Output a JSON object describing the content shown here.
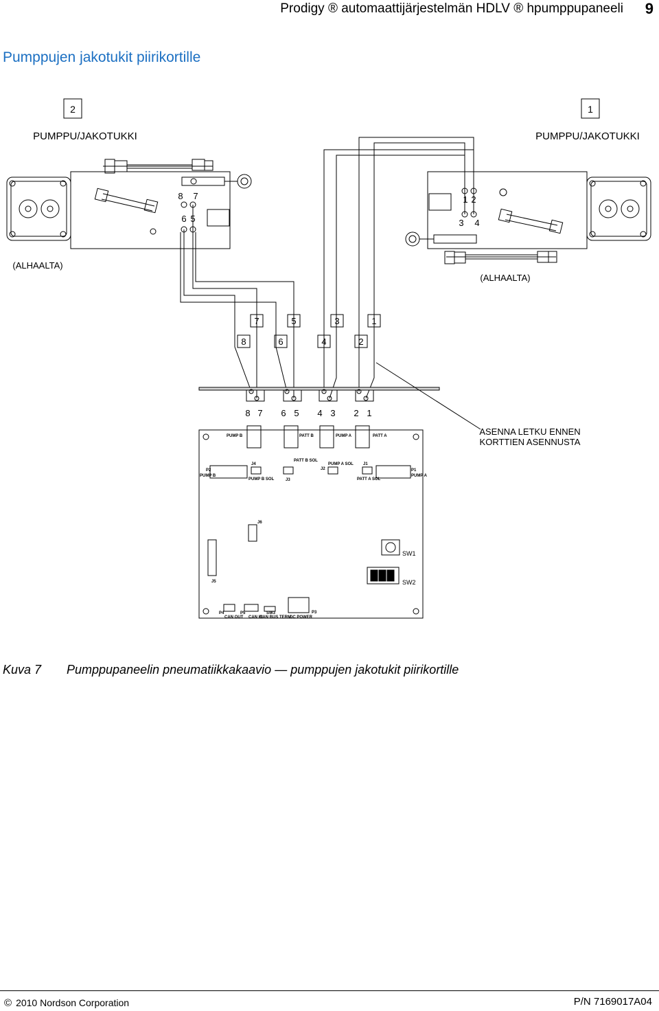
{
  "header": {
    "title": "Prodigy ® automaattijärjestelmän HDLV ® hpumppupaneeli",
    "page_number": "9"
  },
  "section_title": "Pumppujen jakotukit piirikortille",
  "diagram": {
    "left_manifold": {
      "number": "2",
      "label": "PUMPPU/JAKOTUKKI",
      "view": "(ALHAALTA)",
      "ports_top": [
        "8",
        "7"
      ],
      "ports_bottom": [
        "6",
        "5"
      ]
    },
    "right_manifold": {
      "number": "1",
      "label": "PUMPPU/JAKOTUKKI",
      "view": "(ALHAALTA)",
      "ports_top": [
        "1",
        "2"
      ],
      "ports_bottom": [
        "3",
        "4"
      ]
    },
    "tube_labels_top": [
      "7",
      "5",
      "3",
      "1"
    ],
    "tube_labels_bottom": [
      "8",
      "6",
      "4",
      "2"
    ],
    "board_port_numbers": [
      "8",
      "7",
      "6",
      "5",
      "4",
      "3",
      "2",
      "1"
    ],
    "callout": [
      "ASENNA LETKU ENNEN",
      "KORTTIEN ASENNUSTA"
    ],
    "board_labels": {
      "pump_b": "PUMP B",
      "patt_b": "PATT B",
      "pump_a": "PUMP A",
      "patt_a": "PATT A",
      "p2": "P2",
      "p2_sub": "PUMP B",
      "j4": "J4",
      "j4_sub": "PUMP B SOL",
      "j3": "J3",
      "j3_side": "PATT B SOL",
      "j2": "J2",
      "pump_a_sol": "PUMP A SOL",
      "j1": "J1",
      "j1_sub": "PATT A SOL",
      "p1": "P1",
      "p1_sub": "PUMP A",
      "j6": "J6",
      "j5": "J5",
      "sw1": "SW1",
      "sw2": "SW2",
      "p4": "P4",
      "can_out": "CAN OUT",
      "p5": "P5",
      "can_in": "CAN IN",
      "sw3": "SW3",
      "can_bus_term": "CAN BUS TERM",
      "dc_power": "DC POWER",
      "p3": "P3"
    }
  },
  "caption": {
    "label": "Kuva 7",
    "text": "Pumppupaneelin pneumatiikkakaavio — pumppujen jakotukit piirikortille"
  },
  "footer": {
    "copyright_symbol": "©",
    "copyright": "2010 Nordson Corporation",
    "part_number": "P/N 7169017A04"
  }
}
